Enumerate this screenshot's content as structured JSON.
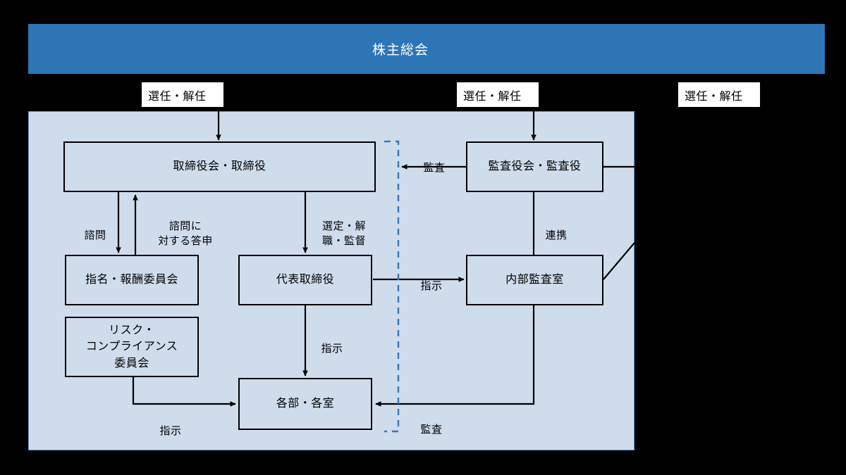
{
  "page": {
    "background_color": "#000000",
    "diagram_type": "corporate-governance-structure"
  },
  "banner": {
    "title": "株主総会",
    "background_color": "#2E75B6",
    "text_color": "#FFFFFF"
  },
  "panel": {
    "fill_color": "#CFDCEC",
    "border_color": "#5B9BD5"
  },
  "appointment_chips": [
    {
      "label": "選任・解任"
    },
    {
      "label": "選任・解任"
    },
    {
      "label": "選任・解任"
    }
  ],
  "nodes": {
    "board": "取締役会・取締役",
    "nomination_committee": "指名・報酬委員会",
    "risk_committee": "リスク・\nコンプライアンス\n委員会",
    "representative_director": "代表取締役",
    "departments": "各部・各室",
    "audit_board": "監査役会・監査役",
    "internal_audit": "内部監査室"
  },
  "edge_labels": {
    "consultation": "諮問",
    "consultation_reply": "諮問に\n対する答申",
    "select_dismiss_supervise": "選定・解\n職・監督",
    "instruction_rep_to_dept": "指示",
    "instruction_risk_to_dept": "指示",
    "instruction_rep_to_audit": "指示",
    "audit_to_board": "監査",
    "audit_to_dept": "監査",
    "coordination": "連携"
  },
  "dashed_boundary": {
    "color": "#3B76B8",
    "style": "dashed",
    "orientation": "vertical"
  },
  "colors": {
    "node_fill": "#CFDCEC",
    "node_border": "#000000",
    "chip_fill": "#FFFFFF",
    "accent_blue": "#2E75B6"
  }
}
